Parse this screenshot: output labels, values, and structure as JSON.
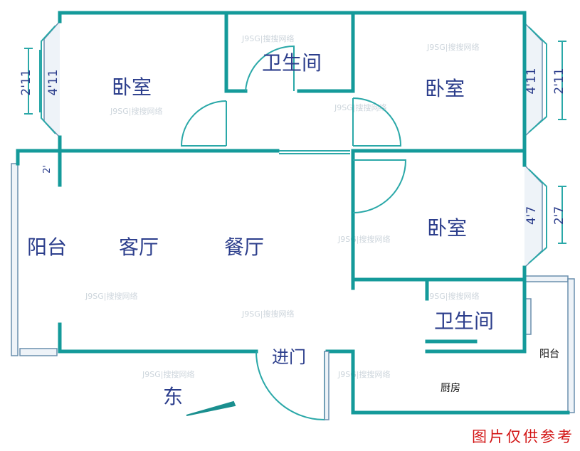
{
  "rooms": {
    "bedroom_top_left": "卧室",
    "bathroom_top": "卫生间",
    "bedroom_top_right": "卧室",
    "balcony_left": "阳台",
    "living_room": "客厅",
    "dining_room": "餐厅",
    "bedroom_middle_right": "卧室",
    "bathroom_lower": "卫生间",
    "kitchen": "厨房",
    "balcony_right": "阳台"
  },
  "labels": {
    "entrance": "进门",
    "east": "东"
  },
  "dimensions": {
    "left_window_outer": "2'11",
    "left_window_inner": "4'11",
    "right_top_window_inner": "4'11",
    "right_top_window_outer": "2'11",
    "right_mid_window_inner": "4'7",
    "right_mid_window_outer": "2'7",
    "left_small": "2'"
  },
  "watermark": "J9SG|搜搜网络",
  "disclaimer": "图片仅供参考",
  "colors": {
    "wall": "#149a9a",
    "label": "#2c3e8c",
    "disclaimer": "#d21414"
  }
}
